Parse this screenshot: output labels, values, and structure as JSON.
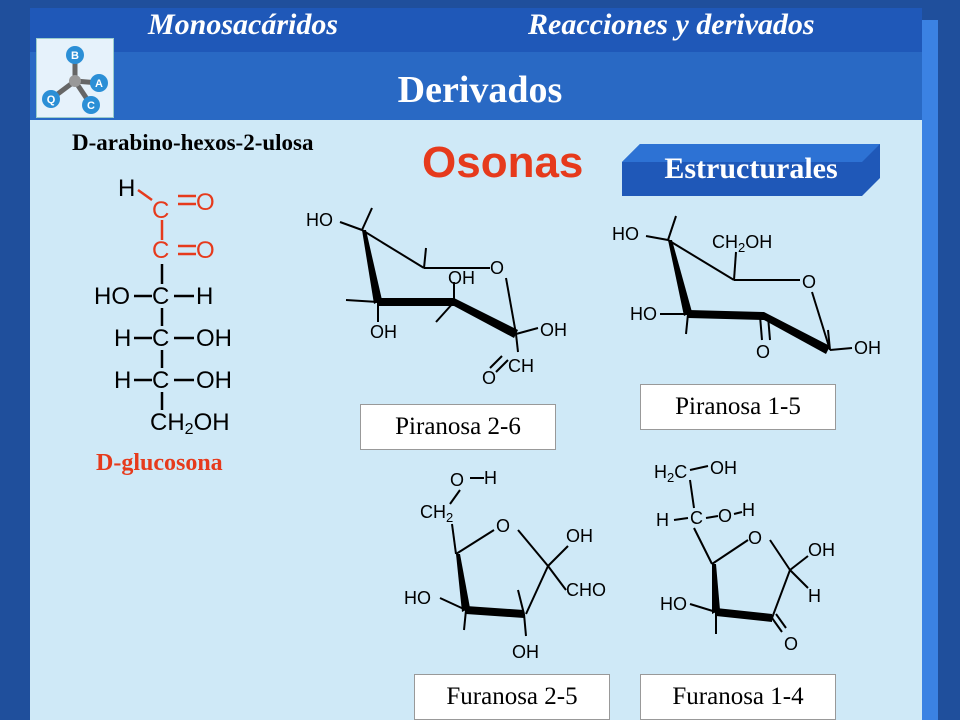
{
  "header": {
    "left_section": "Monosacáridos",
    "right_section": "Reacciones y derivados",
    "title": "Derivados"
  },
  "logo": {
    "icon": "molecule-logo-icon",
    "letters": [
      "B",
      "A",
      "C",
      "Q"
    ]
  },
  "content": {
    "compound_name": "D-arabino-hexos-2-ulosa",
    "heading": "Osonas",
    "tab_label": "Estructurales",
    "compound_common_name": "D-glucosona"
  },
  "colors": {
    "accent_red": "#e63a1c",
    "panel": "#cfe9f7",
    "header_blue": "#2969c4"
  },
  "chain": {
    "rows": [
      {
        "left": "H",
        "center": "C",
        "right": "O",
        "bond": "double",
        "top_left": true
      },
      {
        "left": "",
        "center": "C",
        "right": "O",
        "bond": "double"
      },
      {
        "left": "HO",
        "center": "C",
        "right": "H"
      },
      {
        "left": "H",
        "center": "C",
        "right": "OH"
      },
      {
        "left": "H",
        "center": "C",
        "right": "OH"
      }
    ],
    "bottom": "CH",
    "bottom_sub": "2",
    "bottom_end": "OH"
  },
  "structures": [
    {
      "caption": "Piranosa 2-6",
      "labels": [
        "HO",
        "OH",
        "O",
        "OH",
        "OH",
        "O",
        "CH"
      ]
    },
    {
      "caption": "Piranosa 1-5",
      "labels": [
        "HO",
        "CH",
        "2",
        "OH",
        "O",
        "HO",
        "O",
        "OH"
      ]
    },
    {
      "caption": "Furanosa 2-5",
      "labels": [
        "O",
        "H",
        "CH",
        "2",
        "O",
        "OH",
        "HO",
        "CHO",
        "OH"
      ]
    },
    {
      "caption": "Furanosa 1-4",
      "labels": [
        "H",
        "2",
        "C",
        "OH",
        "H",
        "C",
        "O",
        "H",
        "O",
        "OH",
        "HO",
        "H",
        "O"
      ]
    }
  ]
}
